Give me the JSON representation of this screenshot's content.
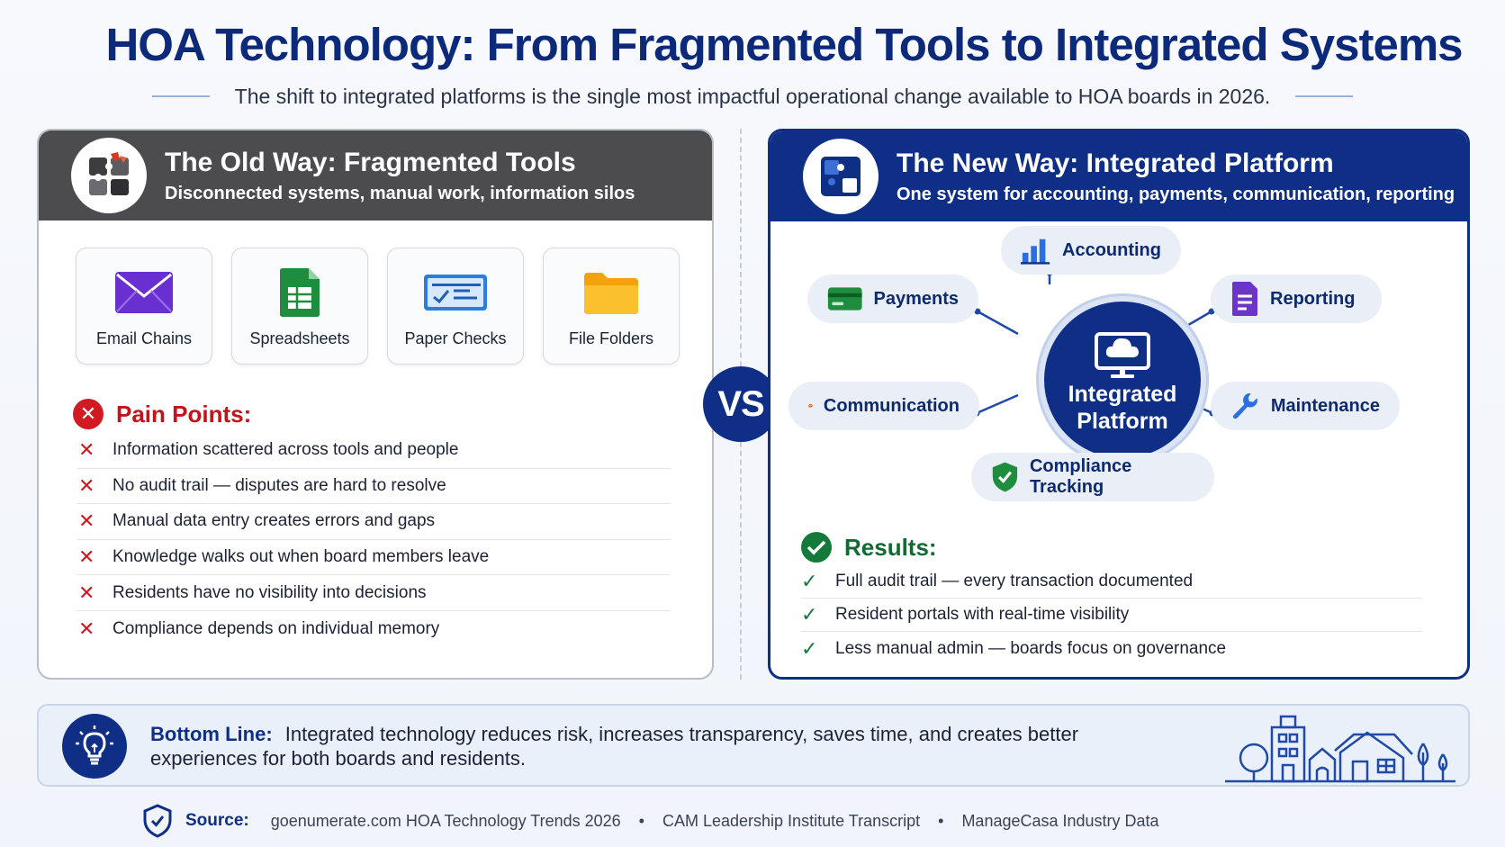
{
  "header": {
    "title": "HOA Technology: From Fragmented Tools to Integrated Systems",
    "subtitle": "The shift to integrated platforms is the single most impactful operational change available to HOA boards in 2026."
  },
  "old_way": {
    "title": "The Old Way: Fragmented Tools",
    "subtitle": "Disconnected systems, manual work, information silos",
    "tools": [
      "Email Chains",
      "Spreadsheets",
      "Paper Checks",
      "File Folders"
    ],
    "pain_title": "Pain Points:",
    "pain_points": [
      "Information scattered across tools and people",
      "No audit trail — disputes are hard to resolve",
      "Manual data entry creates errors and gaps",
      "Knowledge walks out when board members leave",
      "Residents have no visibility into decisions",
      "Compliance depends on individual memory"
    ]
  },
  "vs_label": "VS",
  "new_way": {
    "title": "The New Way: Integrated Platform",
    "subtitle": "One system for accounting, payments, communication, reporting",
    "hub": {
      "line1": "Integrated",
      "line2": "Platform"
    },
    "modules": {
      "accounting": "Accounting",
      "payments": "Payments",
      "reporting": "Reporting",
      "communication": "Communication",
      "maintenance": "Maintenance",
      "compliance": "Compliance Tracking"
    },
    "results_title": "Results:",
    "results": [
      "Full audit trail — every transaction documented",
      "Resident portals with real-time visibility",
      "Less manual admin — boards focus on governance"
    ]
  },
  "bottom_line": {
    "lead": "Bottom Line:",
    "text": "Integrated technology reduces risk, increases transparency, saves time, and creates better experiences for both boards and residents."
  },
  "source": {
    "label": "Source:",
    "items": [
      "goenumerate.com HOA Technology Trends 2026",
      "CAM Leadership Institute Transcript",
      "ManageCasa Industry Data"
    ]
  },
  "colors": {
    "navy": "#0f2f86",
    "title_blue": "#0d2a7a",
    "pain_red": "#d11a22",
    "result_green": "#137a3a",
    "old_header": "#4c4c4f"
  }
}
